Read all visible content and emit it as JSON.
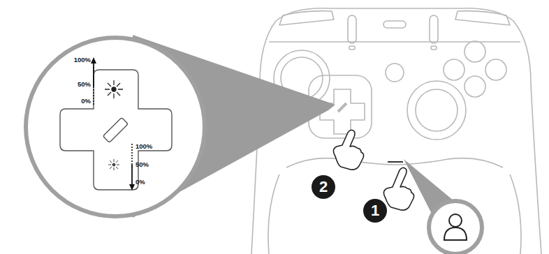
{
  "diagram": {
    "labels": [
      "100%",
      "50%",
      "0%",
      "100%",
      "50%",
      "0%",
      "2",
      "1"
    ]
  }
}
